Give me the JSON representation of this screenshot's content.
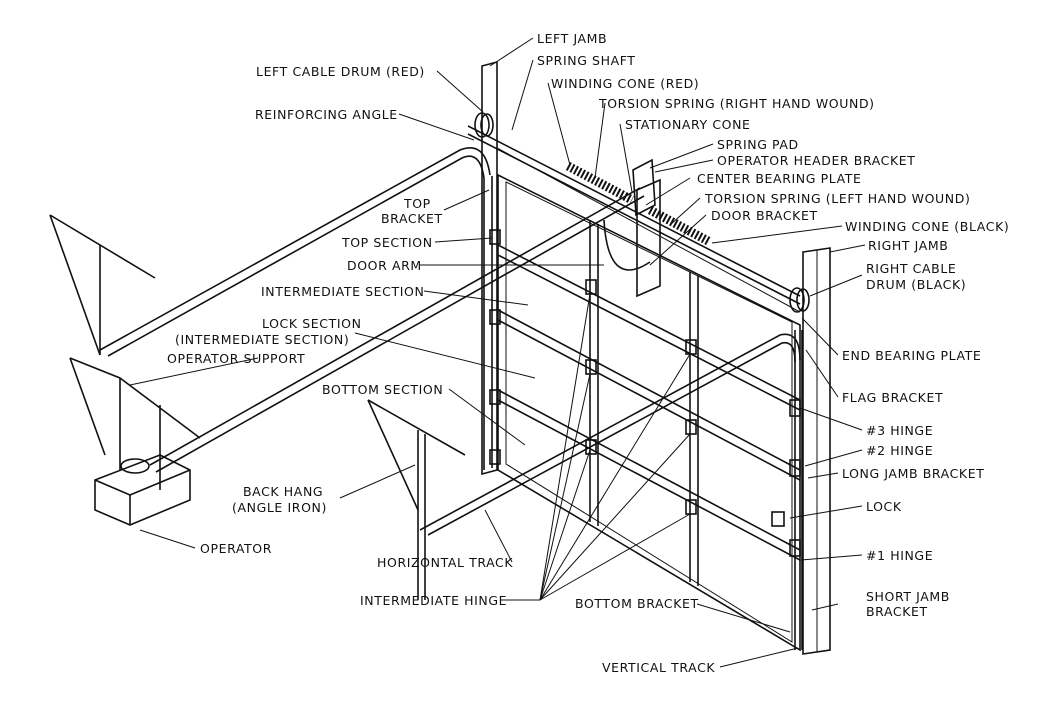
{
  "labels": {
    "left_jamb": "LEFT JAMB",
    "spring_shaft": "SPRING SHAFT",
    "left_cable_drum": "LEFT CABLE DRUM (RED)",
    "winding_cone_red": "WINDING CONE (RED)",
    "torsion_spring_right": "TORSION SPRING (RIGHT HAND WOUND)",
    "reinforcing_angle": "REINFORCING ANGLE",
    "stationary_cone": "STATIONARY CONE",
    "spring_pad": "SPRING PAD",
    "operator_header_bracket": "OPERATOR HEADER BRACKET",
    "center_bearing_plate": "CENTER BEARING PLATE",
    "torsion_spring_left": "TORSION SPRING (LEFT HAND WOUND)",
    "top_bracket_1": "TOP",
    "top_bracket_2": "BRACKET",
    "door_bracket": "DOOR BRACKET",
    "winding_cone_black": "WINDING CONE (BLACK)",
    "top_section": "TOP SECTION",
    "right_jamb": "RIGHT JAMB",
    "door_arm": "DOOR ARM",
    "right_cable_drum_1": "RIGHT CABLE",
    "right_cable_drum_2": "DRUM (BLACK)",
    "intermediate_section": "INTERMEDIATE SECTION",
    "lock_section_1": "LOCK SECTION",
    "lock_section_2": "(INTERMEDIATE SECTION)",
    "end_bearing_plate": "END BEARING PLATE",
    "operator_support": "OPERATOR SUPPORT",
    "bottom_section": "BOTTOM SECTION",
    "flag_bracket": "FLAG BRACKET",
    "hinge_3": "#3 HINGE",
    "hinge_2": "#2 HINGE",
    "long_jamb_bracket": "LONG JAMB BRACKET",
    "back_hang_1": "BACK HANG",
    "back_hang_2": "(ANGLE IRON)",
    "lock": "LOCK",
    "operator": "OPERATOR",
    "hinge_1": "#1 HINGE",
    "horizontal_track": "HORIZONTAL TRACK",
    "short_jamb_bracket_1": "SHORT JAMB",
    "short_jamb_bracket_2": "BRACKET",
    "intermediate_hinge": "INTERMEDIATE HINGE",
    "bottom_bracket": "BOTTOM BRACKET",
    "vertical_track": "VERTICAL TRACK"
  }
}
